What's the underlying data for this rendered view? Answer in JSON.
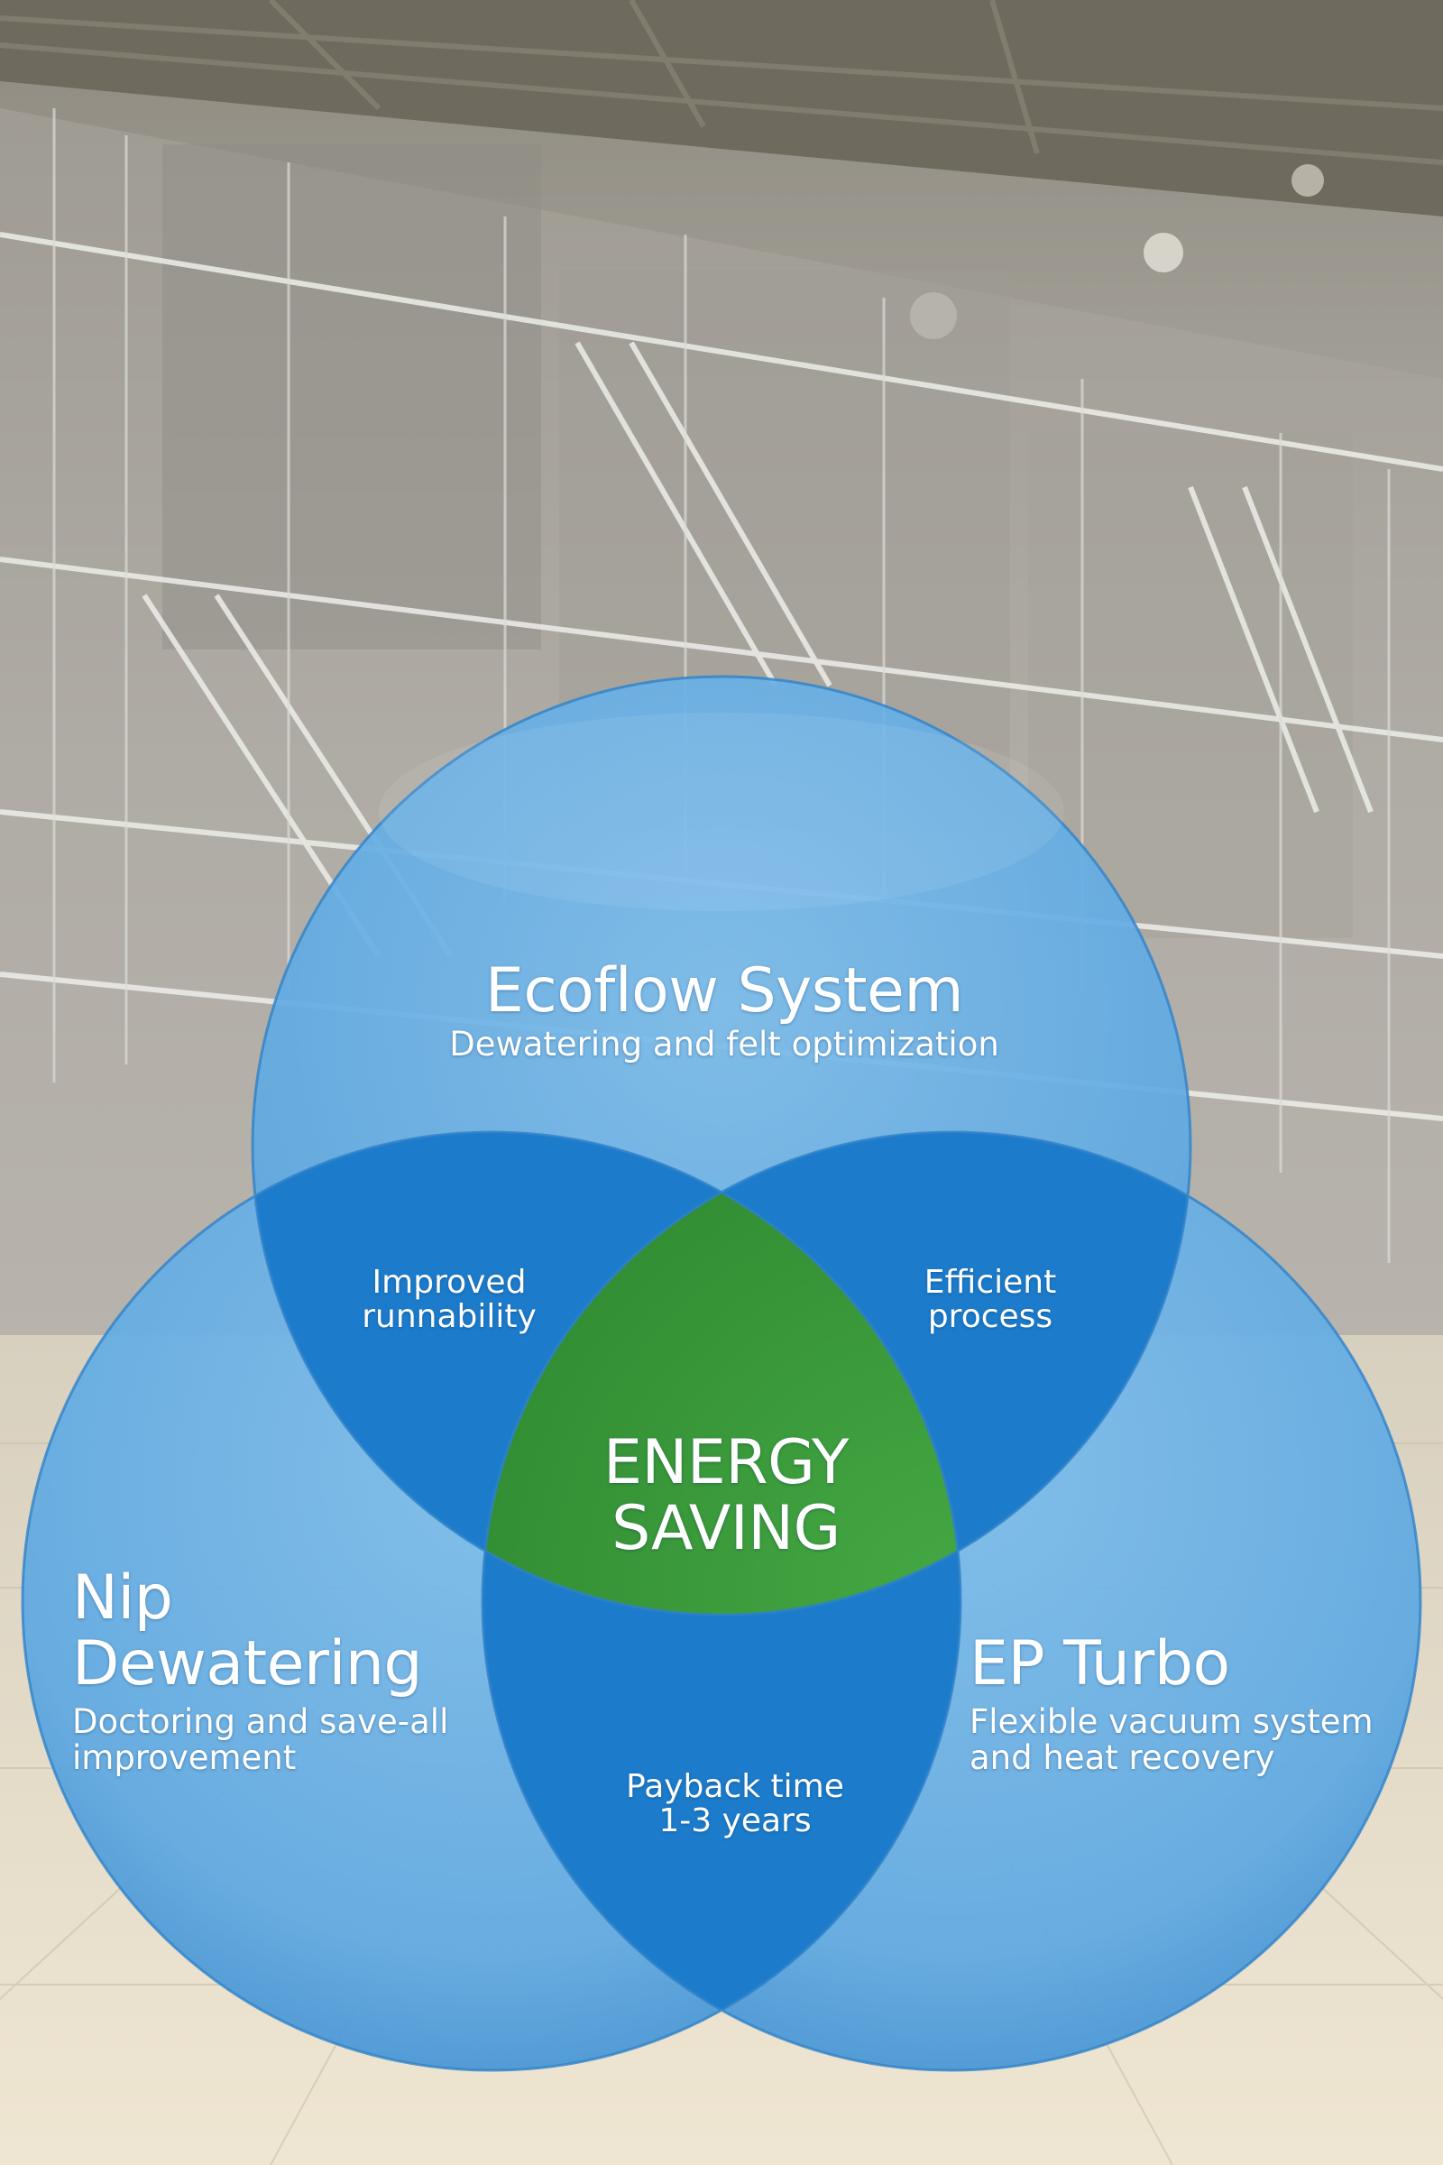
{
  "venn": {
    "top": {
      "title": "Ecoflow System",
      "subtitle": "Dewatering and felt optimization"
    },
    "left": {
      "title": "Nip\nDewatering",
      "subtitle": "Doctoring and save-all\nimprovement"
    },
    "right": {
      "title": "EP Turbo",
      "subtitle": "Flexible vacuum system\nand heat recovery"
    },
    "overlaps": {
      "top_left": "Improved\nrunnability",
      "top_right": "Efficient\nprocess",
      "left_right": "Payback time\n1-3 years"
    },
    "center": "ENERGY\nSAVING"
  },
  "colors": {
    "circle_fill": "#62aee6",
    "circle_edge": "#2a7cc4",
    "overlap_fill": "#1a7bc9",
    "center_fill": "#3a9a3a",
    "text": "#ffffff"
  }
}
